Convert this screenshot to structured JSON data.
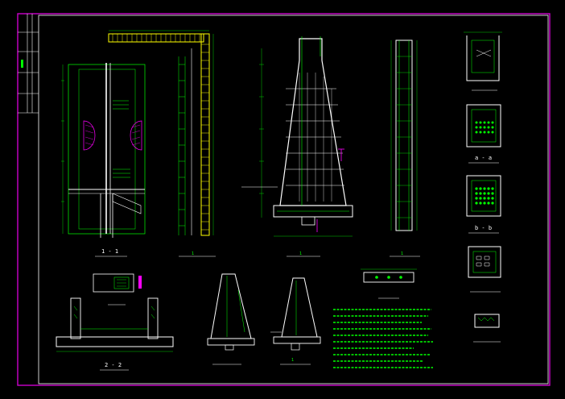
{
  "colors": {
    "background": "#000000",
    "frame": "#cc00cc",
    "rebar": "#00ff00",
    "concrete": "#ffffff",
    "highlight": "#ffff00",
    "accent": "#ff00ff",
    "dimension": "#00ffff",
    "section_marker": "#ff3333"
  },
  "section_labels": {
    "s11": "1 - 1",
    "s22": "2 - 2",
    "aa": "a - a",
    "bb": "b - b",
    "n1": "1",
    "n2": "1",
    "n3": "1",
    "n4": "1"
  },
  "view_count": 16
}
